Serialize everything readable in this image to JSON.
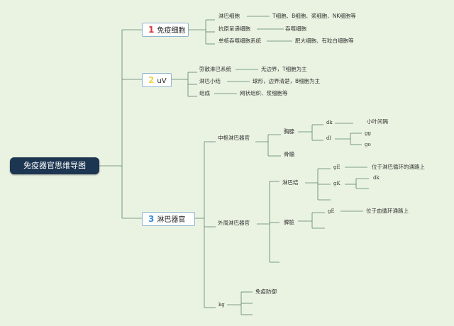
{
  "root": {
    "label": "免疫器官思维导图"
  },
  "colors": {
    "line": "#5b7f6e",
    "background": "#eaf3e2",
    "root_bg": "#1c3550",
    "num_red": "#d93b3b",
    "num_yellow": "#f1d54a",
    "num_blue": "#3a8fd6"
  },
  "branch1": {
    "num": "1",
    "title": "免疫细胞",
    "items": [
      {
        "label": "淋巴细胞",
        "detail": "T细胞、B细胞、浆细胞、NK细胞等"
      },
      {
        "label": "抗原呈递细胞",
        "detail": "吞噬细胞"
      },
      {
        "label": "单核吞噬细胞系统",
        "detail": "肥大细胞、有粒白细胞等"
      }
    ]
  },
  "branch2": {
    "num": "2",
    "title": "uV",
    "items": [
      {
        "label": "弥散淋巴系统",
        "detail": "无边界，T细胞为主"
      },
      {
        "label": "淋巴小结",
        "detail": "球形，边界清楚，B细胞为主"
      },
      {
        "label": "组成",
        "detail": "网状组织、浆细胞等"
      }
    ]
  },
  "branch3": {
    "num": "3",
    "title": "淋巴器官",
    "central": {
      "label": "中枢淋巴器官",
      "thymus": {
        "label": "胸腺",
        "dk": {
          "label": "dk",
          "detail": "小叶间隔"
        },
        "dl": {
          "label": "dl",
          "children": [
            "gg",
            "go"
          ]
        }
      },
      "marrow": {
        "label": "骨髓"
      }
    },
    "peripheral": {
      "label": "外周淋巴器官",
      "lymph_node": {
        "label": "淋巴结",
        "gE": {
          "label": "gE",
          "detail": "位于淋巴循环的通路上"
        },
        "gK": {
          "label": "gK",
          "detail": "dk"
        }
      },
      "spleen": {
        "label": "脾脏",
        "gE": {
          "label": "gE",
          "detail": "位于血循环通路上"
        }
      }
    },
    "kg": {
      "label": "kg",
      "detail": "免疫防御"
    }
  }
}
